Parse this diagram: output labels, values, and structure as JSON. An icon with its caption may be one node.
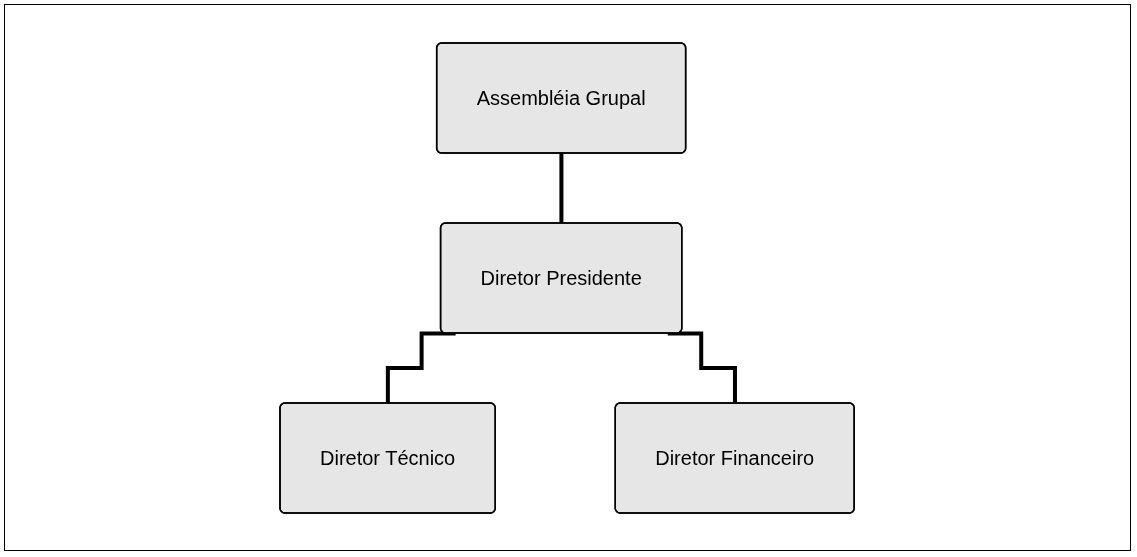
{
  "diagram": {
    "nodes": [
      {
        "text": [
          "Assembléia Grupal"
        ]
      },
      {
        "text": [
          "Diretor Presidente"
        ]
      },
      {
        "text": [
          "Diretor Técnico"
        ]
      },
      {
        "text": [
          "Diretor Financeiro"
        ]
      }
    ],
    "edges": [
      {
        "from": 0,
        "to": 1,
        "arrow": "none"
      },
      {
        "from": 1,
        "to": 2,
        "arrow": "none"
      },
      {
        "from": 1,
        "to": 3,
        "arrow": "none"
      }
    ]
  }
}
